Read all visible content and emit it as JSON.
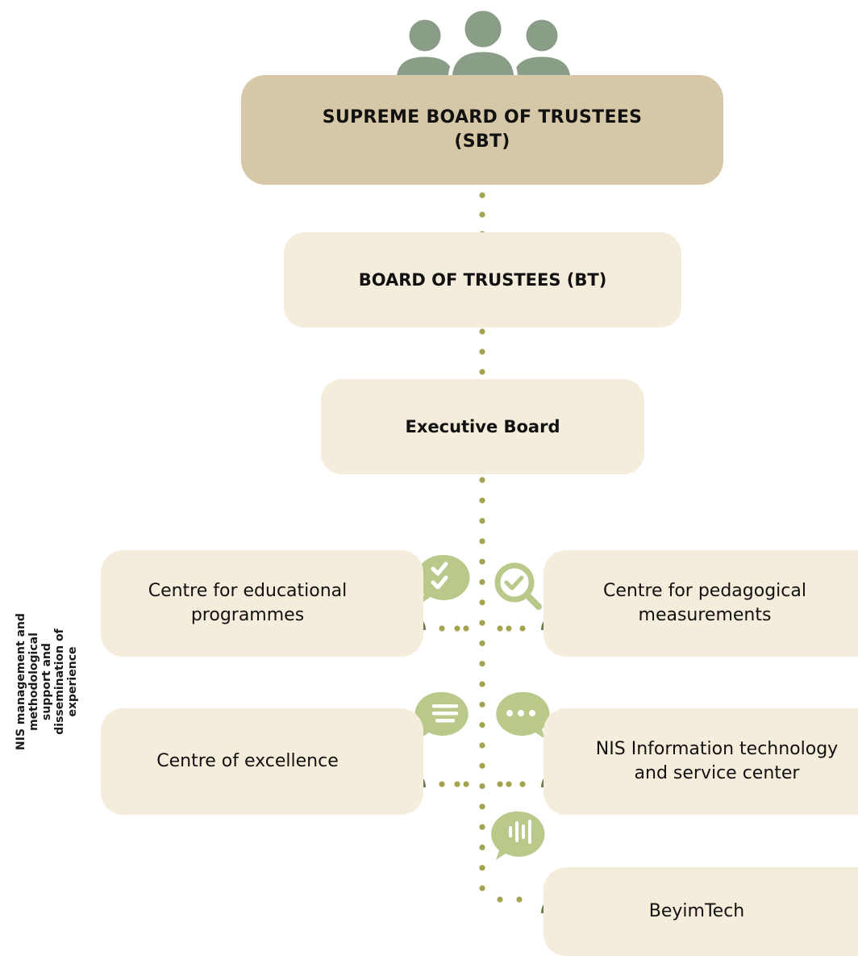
{
  "colors": {
    "dark_tan": "#d6c7a7",
    "light_cream": "#f5eddc",
    "sage_people": "#8a9e87",
    "dark_olive_person": "#6b7a4f",
    "bubble_green": "#b8c98a",
    "dot_olive": "#a4a34e"
  },
  "nodes": {
    "sbt": "SUPREME BOARD OF TRUSTEES\n(SBT)",
    "bt": "BOARD OF TRUSTEES (BT)",
    "executive": "Executive Board",
    "cep": "Centre for educational\nprogrammes",
    "cpm_line1": "Centre for pedagogical",
    "cpm_line2": "measurements",
    "coe": "Centre of excellence",
    "nis_line1": "NIS Information technology",
    "nis_line2": "and service center",
    "beyim": "BeyimTech"
  },
  "side_label": "NIS management and\nmethodological support and\ndissemination of experience",
  "icons": {
    "top": "people-group-icon",
    "cep": "person-with-checklist-bubble-icon",
    "cpm": "person-with-magnifier-check-icon",
    "coe": "person-with-text-bubble-icon",
    "nis": "person-with-ellipsis-bubble-icon",
    "beyim": "person-with-audio-bubble-icon"
  }
}
